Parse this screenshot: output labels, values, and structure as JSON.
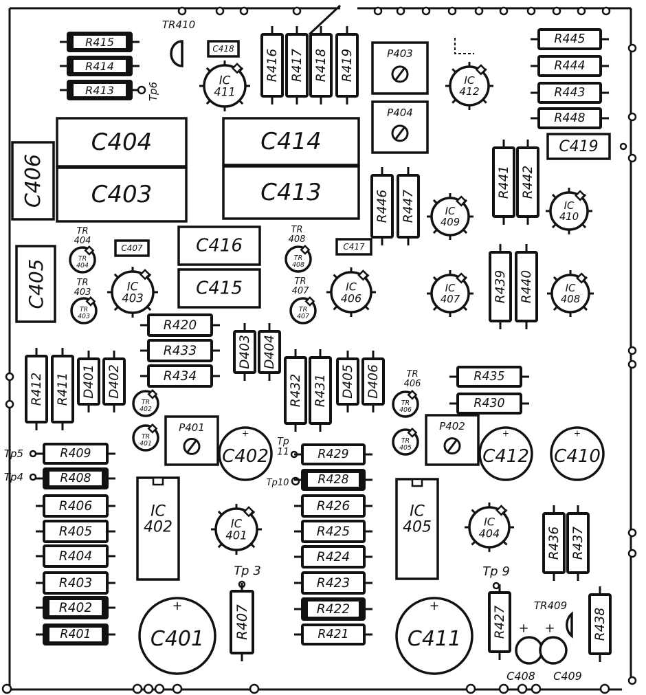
{
  "components": {
    "R415": "R415",
    "R414": "R414",
    "R413": "R413",
    "TR410": "TR410",
    "C418": "C418",
    "IC411": "IC\n411",
    "R416": "R416",
    "R417": "R417",
    "R418": "R418",
    "R419": "R419",
    "P403": "P403",
    "P404": "P404",
    "IC412": "IC\n412",
    "R445": "R445",
    "R444": "R444",
    "R443": "R443",
    "R448": "R448",
    "C419": "C419",
    "C404": "C404",
    "C403": "C403",
    "C406": "C406",
    "C414": "C414",
    "C413": "C413",
    "R446": "R446",
    "R447": "R447",
    "IC409": "IC\n409",
    "R441": "R441",
    "R442": "R442",
    "IC410": "IC\n410",
    "C405": "C405",
    "TR404": "TR\n404",
    "C407": "C407",
    "TR403": "TR\n403",
    "IC403": "IC\n403",
    "C416": "C416",
    "C415": "C415",
    "TR408": "TR\n408",
    "C417": "C417",
    "TR407": "TR\n407",
    "IC406": "IC\n406",
    "IC407": "IC\n407",
    "R439": "R439",
    "R440": "R440",
    "IC408": "IC\n408",
    "R420": "R420",
    "R433": "R433",
    "R434": "R434",
    "D403": "D403",
    "D404": "D404",
    "R412": "R412",
    "R411": "R411",
    "D401": "D401",
    "D402": "D402",
    "R432": "R432",
    "R431": "R431",
    "D405": "D405",
    "D406": "D406",
    "TR406": "TR\n406",
    "R435": "R435",
    "R430": "R430",
    "TR402": "TR\n402",
    "TR401": "TR\n401",
    "P401": "P401",
    "C402": "C402",
    "R429": "R429",
    "R428": "R428",
    "TR405": "TR\n405",
    "P402": "P402",
    "C412": "C412",
    "C410": "C410",
    "R409": "R409",
    "R408": "R408",
    "R406": "R406",
    "R405": "R405",
    "R404": "R404",
    "R403": "R403",
    "R402": "R402",
    "R401": "R401",
    "IC402": "IC\n402",
    "IC401": "IC\n401",
    "R426": "R426",
    "R425": "R425",
    "R424": "R424",
    "R423": "R423",
    "R422": "R422",
    "R421": "R421",
    "IC405": "IC\n405",
    "IC404": "IC\n404",
    "R436": "R436",
    "R437": "R437",
    "C401": "C401",
    "R407": "R407",
    "C411": "C411",
    "R427": "R427",
    "TR409": "TR409",
    "R438": "R438",
    "C408": "C408",
    "C409": "C409"
  },
  "test_points": {
    "Tp6": "Tp6",
    "Tp5": "Tp5",
    "Tp4": "Tp4",
    "Tp3": "Tp 3",
    "Tp11": "Tp\n11",
    "Tp10": "Tp10",
    "Tp9": "Tp 9"
  },
  "symbols": {
    "plus": "+"
  }
}
